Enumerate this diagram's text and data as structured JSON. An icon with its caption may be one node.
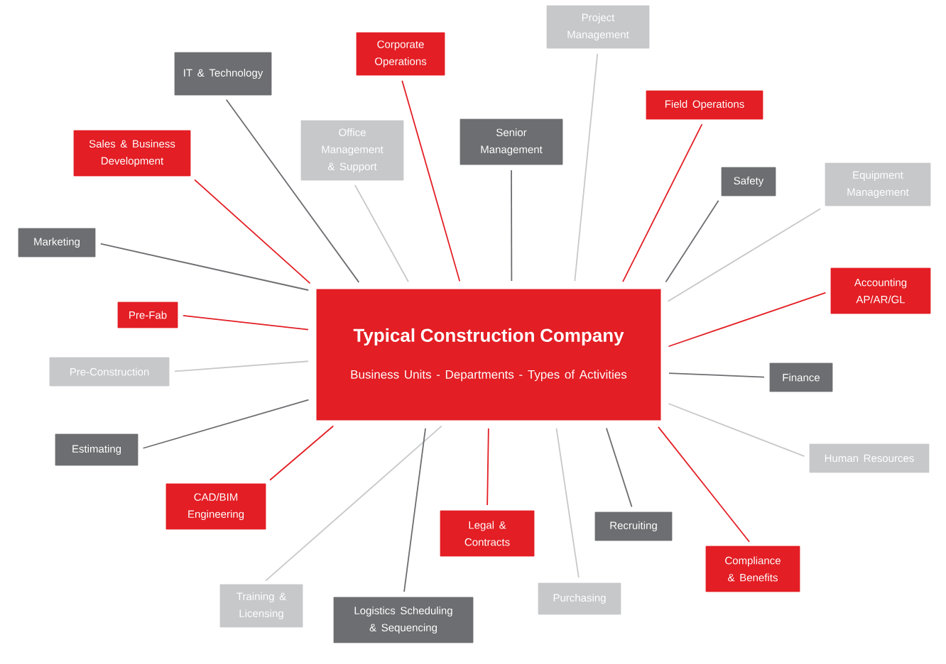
{
  "diagram": {
    "nodes": [
      {
        "text": [
          "Typical Construction Company",
          "Business Units - Departments - Types of Activities"
        ]
      },
      {
        "text": [
          "Project Management"
        ]
      },
      {
        "text": [
          "Corporate Operations"
        ]
      },
      {
        "text": [
          "IT & Technology"
        ]
      },
      {
        "text": [
          "Field Operations"
        ]
      },
      {
        "text": [
          "Senior Management"
        ]
      },
      {
        "text": [
          "Sales & Business Development"
        ]
      },
      {
        "text": [
          "Office Management & Support"
        ]
      },
      {
        "text": [
          "Safety"
        ]
      },
      {
        "text": [
          "Equipment Management"
        ]
      },
      {
        "text": [
          "Marketing"
        ]
      },
      {
        "text": [
          "Accounting AP/AR/GL"
        ]
      },
      {
        "text": [
          "Pre-Fab"
        ]
      },
      {
        "text": [
          "Pre-Construction"
        ]
      },
      {
        "text": [
          "Finance"
        ]
      },
      {
        "text": [
          "Estimating"
        ]
      },
      {
        "text": [
          "Human Resources"
        ]
      },
      {
        "text": [
          "CAD/BIM Engineering"
        ]
      },
      {
        "text": [
          "Legal & Contracts"
        ]
      },
      {
        "text": [
          "Recruiting"
        ]
      },
      {
        "text": [
          "Compliance & Benefits"
        ]
      },
      {
        "text": [
          "Training & Licensing"
        ]
      },
      {
        "text": [
          "Purchasing"
        ]
      },
      {
        "text": [
          "Logistics Scheduling & Sequencing"
        ]
      }
    ],
    "edges": [
      {
        "from": 0,
        "to": 1,
        "arrow": "none",
        "color": "#c7c8ca"
      },
      {
        "from": 0,
        "to": 2,
        "arrow": "none",
        "color": "#e31e24"
      },
      {
        "from": 0,
        "to": 3,
        "arrow": "none",
        "color": "#6d6e71"
      },
      {
        "from": 0,
        "to": 4,
        "arrow": "none",
        "color": "#e31e24"
      },
      {
        "from": 0,
        "to": 5,
        "arrow": "none",
        "color": "#6d6e71"
      },
      {
        "from": 0,
        "to": 6,
        "arrow": "none",
        "color": "#e31e24"
      },
      {
        "from": 0,
        "to": 7,
        "arrow": "none",
        "color": "#c7c8ca"
      },
      {
        "from": 0,
        "to": 8,
        "arrow": "none",
        "color": "#6d6e71"
      },
      {
        "from": 0,
        "to": 9,
        "arrow": "none",
        "color": "#c7c8ca"
      },
      {
        "from": 0,
        "to": 10,
        "arrow": "none",
        "color": "#6d6e71"
      },
      {
        "from": 0,
        "to": 11,
        "arrow": "none",
        "color": "#e31e24"
      },
      {
        "from": 0,
        "to": 12,
        "arrow": "none",
        "color": "#e31e24"
      },
      {
        "from": 0,
        "to": 13,
        "arrow": "none",
        "color": "#c7c8ca"
      },
      {
        "from": 0,
        "to": 14,
        "arrow": "none",
        "color": "#6d6e71"
      },
      {
        "from": 0,
        "to": 15,
        "arrow": "none",
        "color": "#6d6e71"
      },
      {
        "from": 0,
        "to": 16,
        "arrow": "none",
        "color": "#c7c8ca"
      },
      {
        "from": 0,
        "to": 17,
        "arrow": "none",
        "color": "#e31e24"
      },
      {
        "from": 0,
        "to": 18,
        "arrow": "none",
        "color": "#e31e24"
      },
      {
        "from": 0,
        "to": 19,
        "arrow": "none",
        "color": "#6d6e71"
      },
      {
        "from": 0,
        "to": 20,
        "arrow": "none",
        "color": "#e31e24"
      },
      {
        "from": 0,
        "to": 21,
        "arrow": "none",
        "color": "#c7c8ca"
      },
      {
        "from": 0,
        "to": 22,
        "arrow": "none",
        "color": "#c7c8ca"
      },
      {
        "from": 0,
        "to": 23,
        "arrow": "none",
        "color": "#6d6e71"
      }
    ]
  }
}
